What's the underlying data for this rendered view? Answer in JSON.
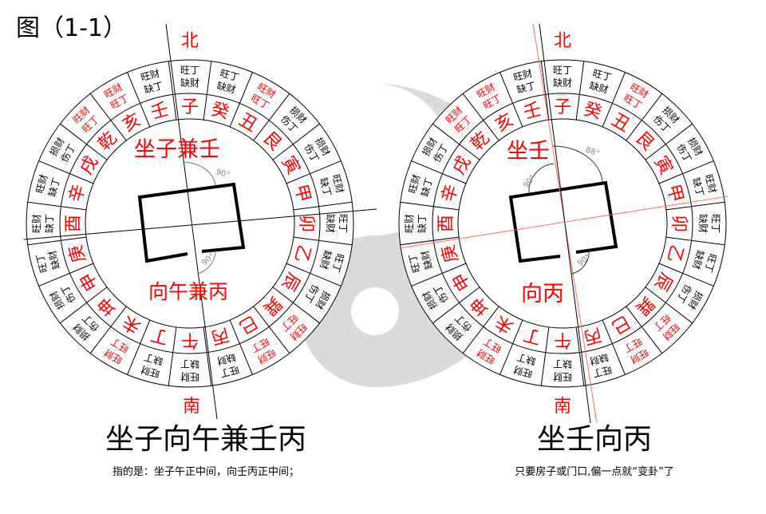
{
  "title": "图（1-1）",
  "colors": {
    "red": "#ff0000",
    "black": "#000000",
    "watermark": "#d9d9d9",
    "angle": "#888888"
  },
  "compass": {
    "north": "北",
    "south": "南",
    "mountains": [
      "子",
      "癸",
      "丑",
      "艮",
      "寅",
      "甲",
      "卯",
      "乙",
      "辰",
      "巽",
      "巳",
      "丙",
      "午",
      "丁",
      "未",
      "坤",
      "申",
      "庚",
      "酉",
      "辛",
      "戌",
      "乾",
      "亥",
      "壬"
    ],
    "sectors": [
      {
        "l1": "旺丁",
        "l2": "缺财",
        "good": false
      },
      {
        "l1": "旺丁",
        "l2": "缺财",
        "good": false
      },
      {
        "l1": "旺财",
        "l2": "旺丁",
        "good": true
      },
      {
        "l1": "损财",
        "l2": "伤丁",
        "good": false
      },
      {
        "l1": "损财",
        "l2": "伤丁",
        "good": false
      },
      {
        "l1": "旺财",
        "l2": "缺丁",
        "good": false
      },
      {
        "l1": "旺丁",
        "l2": "缺财",
        "good": false
      },
      {
        "l1": "旺丁",
        "l2": "缺财",
        "good": false
      },
      {
        "l1": "损财",
        "l2": "伤丁",
        "good": false
      },
      {
        "l1": "旺财",
        "l2": "旺丁",
        "good": true
      },
      {
        "l1": "旺财",
        "l2": "旺丁",
        "good": true
      },
      {
        "l1": "旺丁",
        "l2": "缺财",
        "good": false
      },
      {
        "l1": "旺财",
        "l2": "缺丁",
        "good": false
      },
      {
        "l1": "旺财",
        "l2": "缺丁",
        "good": false
      },
      {
        "l1": "旺财",
        "l2": "旺丁",
        "good": true
      },
      {
        "l1": "损财",
        "l2": "伤丁",
        "good": false
      },
      {
        "l1": "损财",
        "l2": "伤丁",
        "good": false
      },
      {
        "l1": "旺丁",
        "l2": "缺财",
        "good": false
      },
      {
        "l1": "旺财",
        "l2": "缺丁",
        "good": false
      },
      {
        "l1": "旺财",
        "l2": "缺丁",
        "good": false
      },
      {
        "l1": "损财",
        "l2": "伤丁",
        "good": false
      },
      {
        "l1": "旺财",
        "l2": "旺丁",
        "good": true
      },
      {
        "l1": "旺财",
        "l2": "旺丁",
        "good": true
      },
      {
        "l1": "旺财",
        "l2": "缺丁",
        "good": false
      }
    ]
  },
  "left": {
    "sit_label": "坐子兼壬",
    "face_label": "向午兼丙",
    "angle_top": "90°",
    "angle_bottom": "90°",
    "caption": "坐子向午兼壬丙",
    "subcaption": "指的是：坐子午正中间，向壬丙正中间；"
  },
  "right": {
    "sit_label": "坐壬",
    "face_label": "向丙",
    "angle_top": "88°",
    "angle_left": "90°",
    "angle_bottom": "90°",
    "caption": "坐壬向丙",
    "subcaption": "只要房子或门口,偏一点就“变卦”了"
  }
}
